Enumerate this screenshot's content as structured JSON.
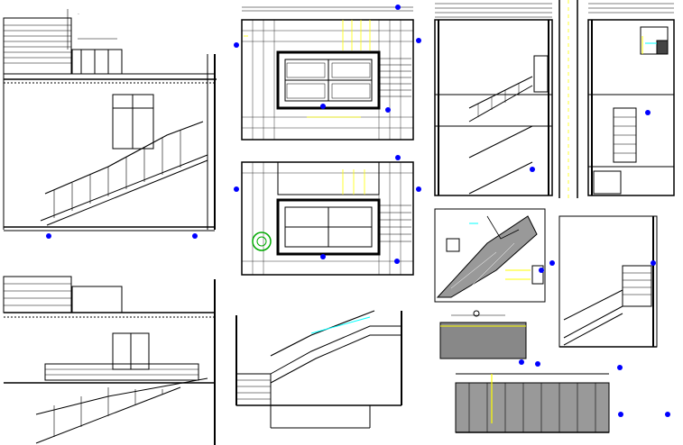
{
  "drawing": {
    "sheet_title": "",
    "panels": [
      {
        "id": "stair-section-left-upper",
        "kind": "section"
      },
      {
        "id": "stair-section-left-lower",
        "kind": "section"
      },
      {
        "id": "stair-plan-upper",
        "kind": "plan"
      },
      {
        "id": "stair-plan-lower",
        "kind": "plan"
      },
      {
        "id": "stair-section-center-lower",
        "kind": "section"
      },
      {
        "id": "stair-section-right-a",
        "kind": "section"
      },
      {
        "id": "stair-section-right-b",
        "kind": "section"
      },
      {
        "id": "stair-detail-hatched",
        "kind": "detail"
      },
      {
        "id": "stair-section-small-right",
        "kind": "section"
      },
      {
        "id": "footing-detail",
        "kind": "detail"
      },
      {
        "id": "foundation-detail",
        "kind": "detail"
      }
    ]
  },
  "colors": {
    "background": "#ffffff",
    "line": "#000000",
    "annotation": "#ffff00",
    "marker": "#0000ff",
    "highlight": "#00ffff",
    "accent": "#ff00ff",
    "tree": "#00aa00"
  }
}
